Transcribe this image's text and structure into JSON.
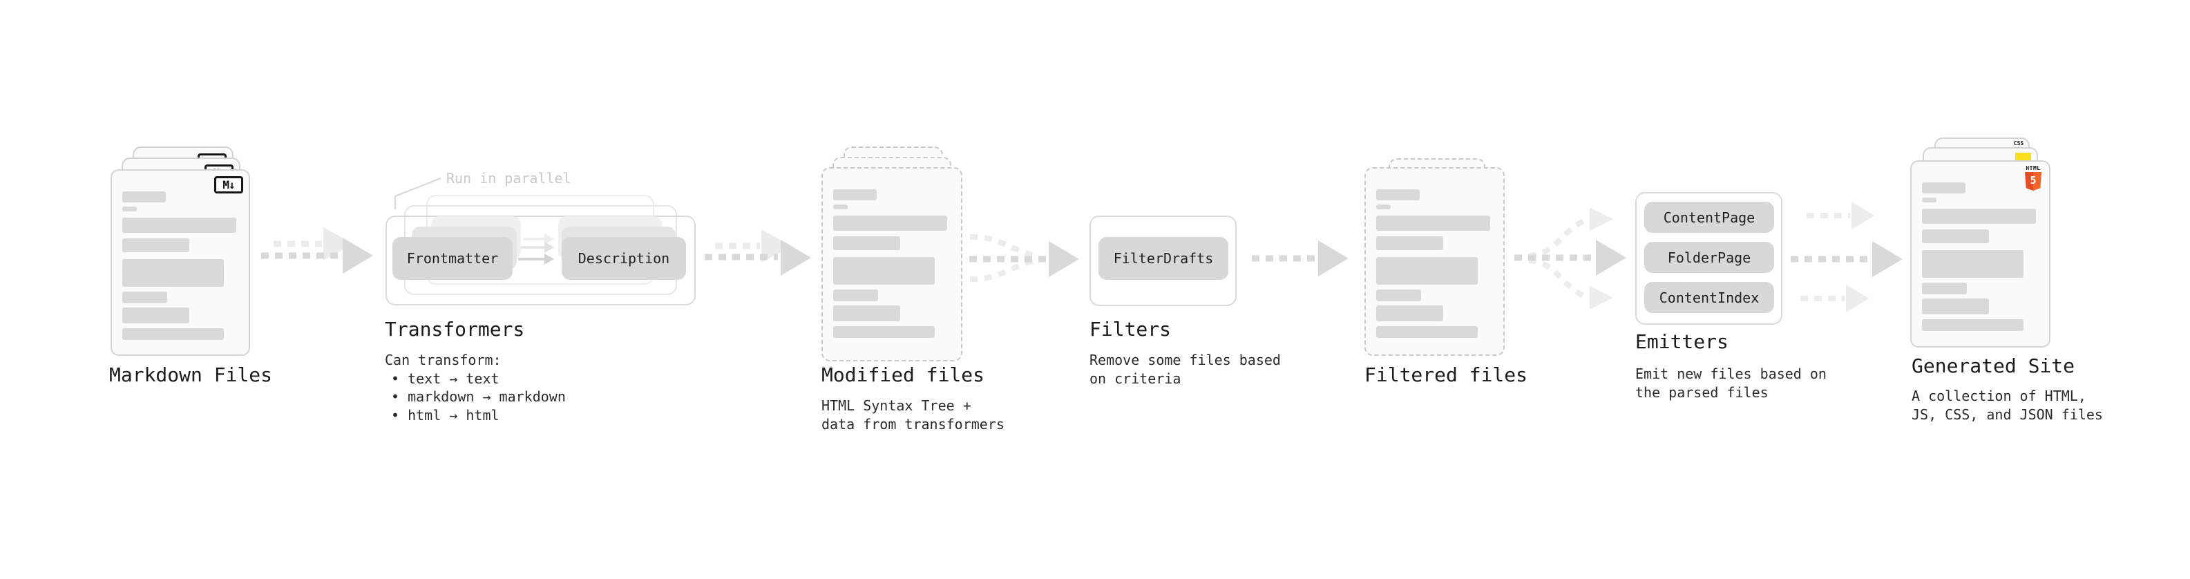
{
  "markdown": {
    "label": "Markdown Files",
    "badge": "M↓"
  },
  "transformers": {
    "heading": "Transformers",
    "note": "Run in parallel",
    "frontmatter_button": "Frontmatter",
    "description_button": "Description",
    "desc_title": "Can transform:",
    "bullets": [
      "• text → text",
      "• markdown → markdown",
      "• html → html"
    ]
  },
  "modified": {
    "label": "Modified files",
    "desc_line1": "HTML Syntax Tree +",
    "desc_line2": "data from transformers"
  },
  "filters": {
    "heading": "Filters",
    "button": "FilterDrafts",
    "desc_line1": "Remove some files based",
    "desc_line2": "on criteria"
  },
  "filtered": {
    "label": "Filtered files"
  },
  "emitters": {
    "heading": "Emitters",
    "buttons": [
      "ContentPage",
      "FolderPage",
      "ContentIndex"
    ],
    "desc_line1": "Emit new files based on",
    "desc_line2": "the parsed files"
  },
  "generated": {
    "label": "Generated Site",
    "desc_line1": "A collection of HTML,",
    "desc_line2": "JS, CSS, and JSON files",
    "css_badge": "CSS",
    "html_badge_label": "HTML",
    "html_badge_number": "5"
  },
  "colors": {
    "html5_orange": "#e44d26",
    "html5_orange_light": "#f16529",
    "js_yellow": "#f7df1e",
    "css_blue": "#2b6bf3"
  }
}
